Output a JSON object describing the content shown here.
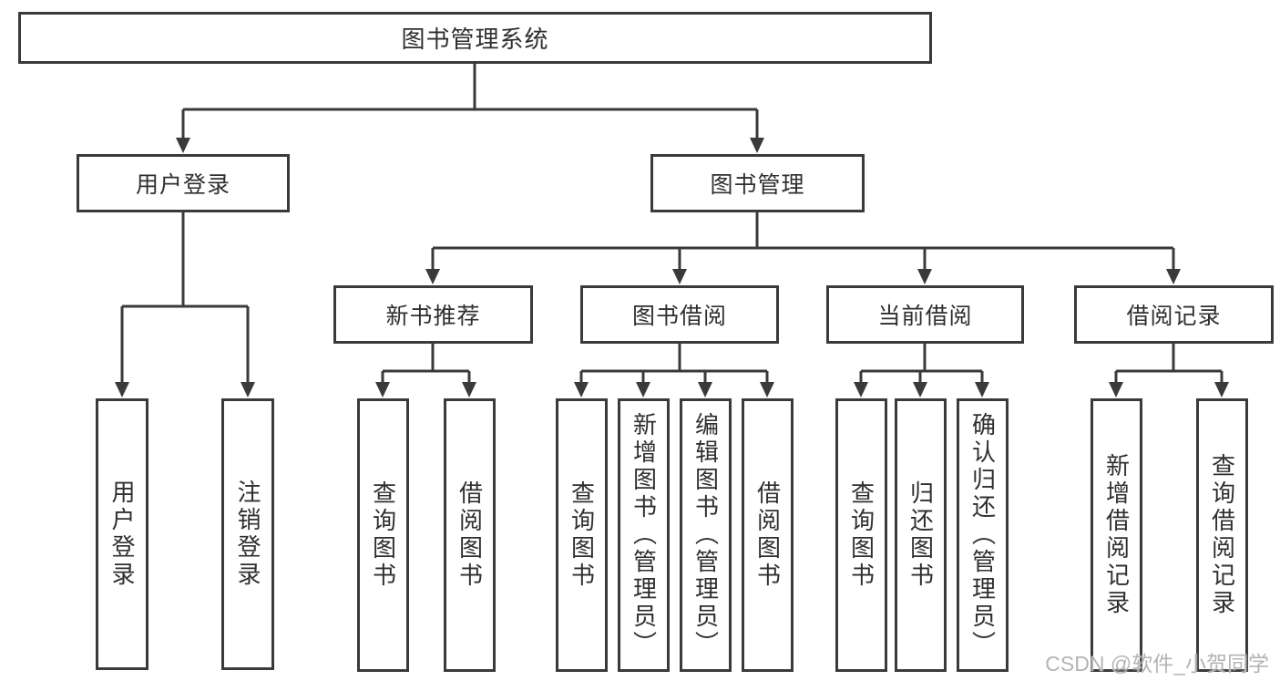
{
  "diagram": {
    "root": {
      "label": "图书管理系统"
    },
    "level2": [
      {
        "id": "user-login",
        "label": "用户登录"
      },
      {
        "id": "book-management",
        "label": "图书管理"
      }
    ],
    "level3": [
      {
        "id": "new-book-recommend",
        "label": "新书推荐"
      },
      {
        "id": "book-borrowing",
        "label": "图书借阅"
      },
      {
        "id": "current-borrowing",
        "label": "当前借阅"
      },
      {
        "id": "borrowing-records",
        "label": "借阅记录"
      }
    ],
    "leaves": {
      "user_login_children": [
        {
          "label": "用户登录"
        },
        {
          "label": "注销登录"
        }
      ],
      "new_book_children": [
        {
          "label": "查询图书"
        },
        {
          "label": "借阅图书"
        }
      ],
      "borrowing_children": [
        {
          "label": "查询图书"
        },
        {
          "label": "新增图书（管理员）"
        },
        {
          "label": "编辑图书（管理员）"
        },
        {
          "label": "借阅图书"
        }
      ],
      "current_children": [
        {
          "label": "查询图书"
        },
        {
          "label": "归还图书"
        },
        {
          "label": "确认归还（管理员）"
        }
      ],
      "records_children": [
        {
          "label": "新增借阅记录"
        },
        {
          "label": "查询借阅记录"
        }
      ]
    }
  },
  "watermark": {
    "text": "CSDN @软件_小贺同学"
  },
  "colors": {
    "line": "#3a3a3a",
    "text": "#2f2f2f",
    "background": "#ffffff",
    "watermark": "#b4b4b4"
  }
}
